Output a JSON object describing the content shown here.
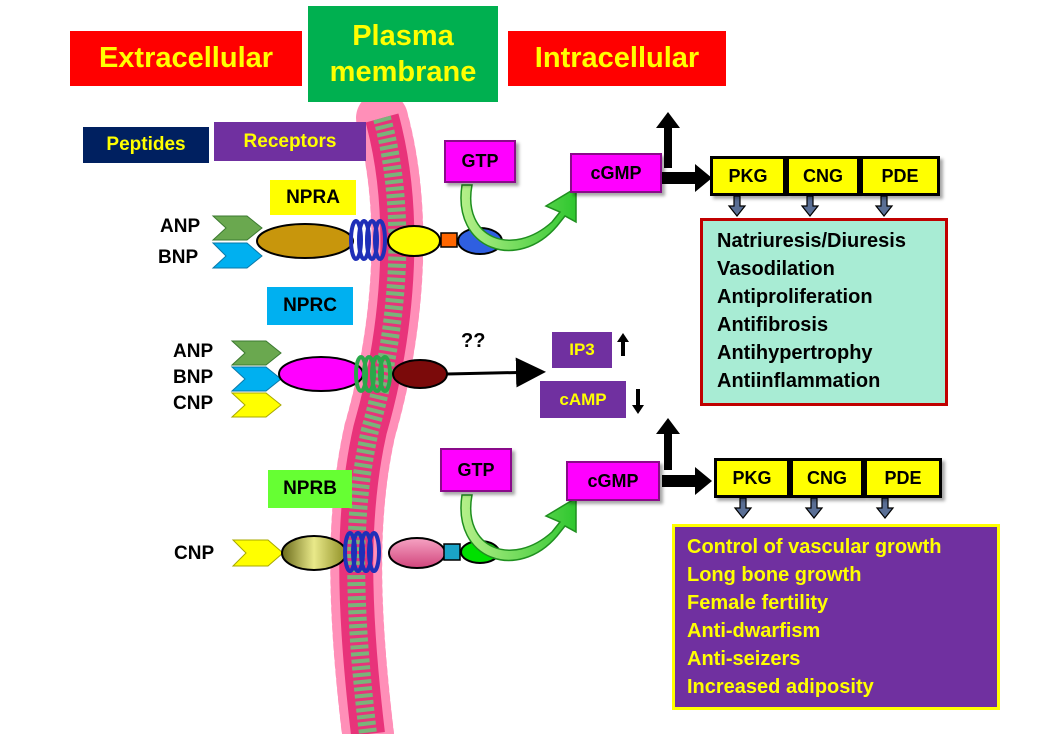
{
  "headers": {
    "extracellular": "Extracellular",
    "plasma_membrane": "Plasma membrane",
    "intracellular": "Intracellular"
  },
  "tags": {
    "peptides": "Peptides",
    "receptors": "Receptors"
  },
  "receptors": [
    {
      "name": "NPRA",
      "ligands": [
        "ANP",
        "BNP"
      ]
    },
    {
      "name": "NPRC",
      "ligands": [
        "ANP",
        "BNP",
        "CNP"
      ]
    },
    {
      "name": "NPRB",
      "ligands": [
        "CNP"
      ]
    }
  ],
  "molecules": {
    "gtp": "GTP",
    "cgmp": "cGMP",
    "ip3": "IP3",
    "camp": "cAMP",
    "unknown": "??"
  },
  "effectors": [
    "PKG",
    "CNG",
    "PDE"
  ],
  "effects_npra": [
    "Natriuresis/Diuresis",
    "Vasodilation",
    "Antiproliferation",
    "Antifibrosis",
    "Antihypertrophy",
    "Antiinflammation"
  ],
  "effects_nprb": [
    "Control of vascular growth",
    "Long bone growth",
    "Female fertility",
    "Anti-dwarfism",
    "Anti-seizers",
    "Increased adiposity"
  ],
  "colors": {
    "red": "#ff0000",
    "green": "#00b050",
    "yellow": "#ffff00",
    "navy": "#002060",
    "purple": "#7030a0",
    "magenta": "#ff00ff",
    "sky": "#00b0f0",
    "lime": "#66ff33",
    "mint": "#a8ecd4",
    "dark_red": "#c00000"
  }
}
